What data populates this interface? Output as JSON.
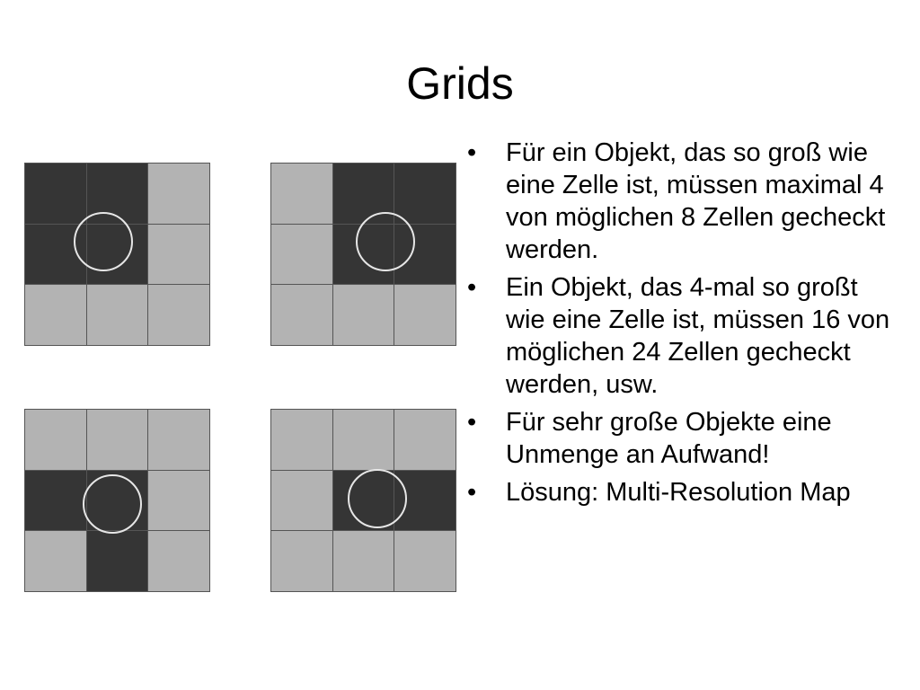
{
  "title": "Grids",
  "bullet_char": "•",
  "bullets": [
    "Für ein Objekt, das so groß wie eine Zelle ist, müssen maximal 4 von möglichen 8 Zellen gecheckt werden.",
    "Ein Objekt, das 4-mal so großt wie eine Zelle ist, müssen 16 von möglichen 24 Zellen gecheckt werden, usw.",
    "Für sehr große Objekte eine Unmenge an Aufwand!",
    "Lösung: Multi-Resolution Map"
  ],
  "grids": [
    {
      "dark": [
        1,
        1,
        0,
        1,
        1,
        0,
        0,
        0,
        0
      ]
    },
    {
      "dark": [
        0,
        1,
        1,
        0,
        1,
        1,
        0,
        0,
        0
      ]
    },
    {
      "dark": [
        0,
        0,
        0,
        1,
        1,
        0,
        0,
        1,
        0
      ]
    },
    {
      "dark": [
        0,
        0,
        0,
        0,
        1,
        1,
        0,
        0,
        0
      ]
    }
  ]
}
